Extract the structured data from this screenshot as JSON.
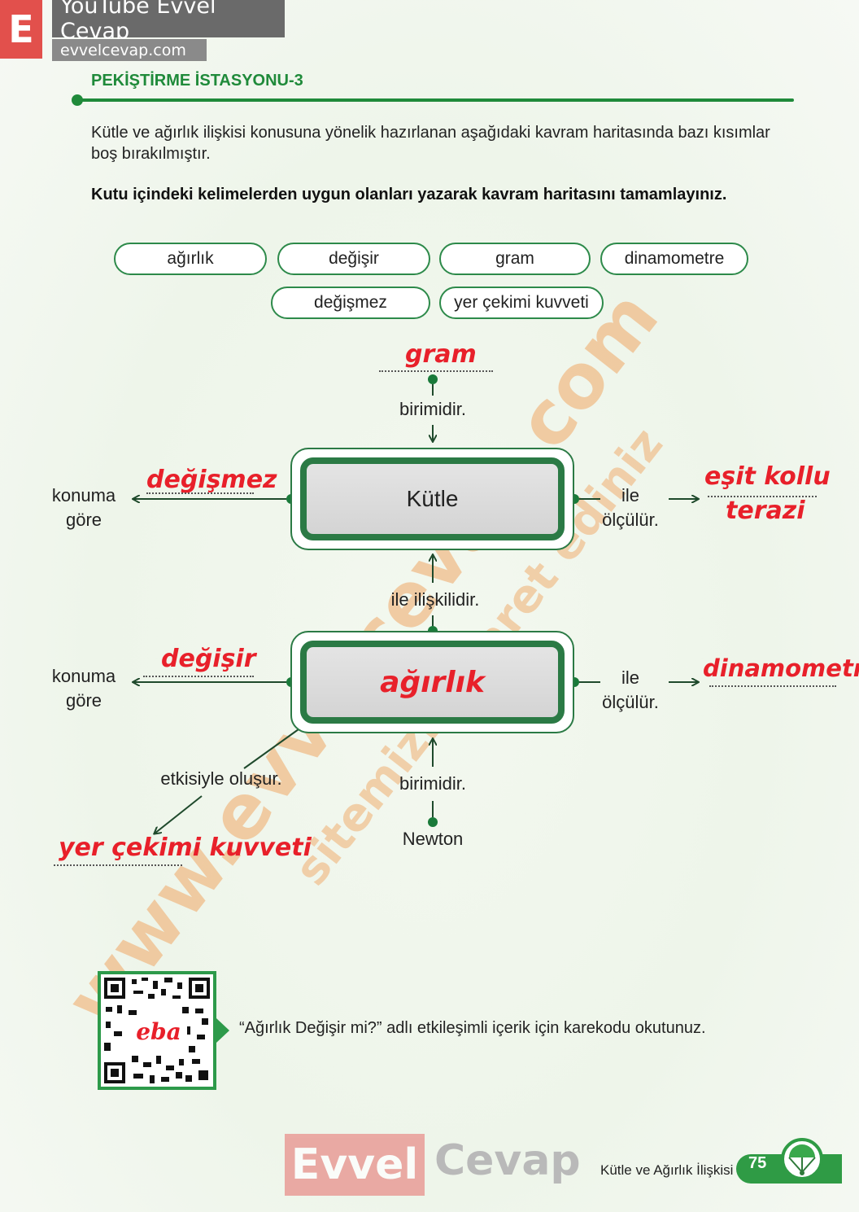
{
  "branding": {
    "logo_letter": "E",
    "title": "YouTube Evvel Cevap",
    "url": "evvelcevap.com"
  },
  "section": {
    "title": "PEKİŞTİRME İSTASYONU-3",
    "intro": "Kütle ve ağırlık ilişkisi konusuna yönelik hazırlanan aşağıdaki kavram haritasında bazı kısımlar boş bırakılmıştır.",
    "instruction": "Kutu içindeki kelimelerden uygun olanları yazarak kavram haritasını tamamlayınız."
  },
  "word_bank": [
    "ağırlık",
    "değişir",
    "gram",
    "dinamometre",
    "değişmez",
    "yer çekimi kuvveti"
  ],
  "concept_map": {
    "mass_box": "Kütle",
    "mass_unit_link": "birimidir.",
    "mass_unit_answer": "gram",
    "mass_position_link_line1": "konuma",
    "mass_position_link_line2": "göre",
    "mass_position_answer": "değişmez",
    "mass_measure_link_line1": "ile",
    "mass_measure_link_line2": "ölçülür.",
    "mass_measure_answer_line1": "eşit kollu",
    "mass_measure_answer_line2": "terazi",
    "relation_link": "ile ilişkilidir.",
    "weight_box_answer": "ağırlık",
    "weight_position_link_line1": "konuma",
    "weight_position_link_line2": "göre",
    "weight_position_answer": "değişir",
    "weight_measure_link_line1": "ile",
    "weight_measure_link_line2": "ölçülür.",
    "weight_measure_answer": "dinamometre",
    "weight_cause_link": "etkisiyle oluşur.",
    "weight_cause_answer": "yer çekimi kuvveti",
    "weight_unit_link": "birimidir.",
    "weight_unit": "Newton"
  },
  "watermark": {
    "line1": "www.evvelcevap.com",
    "line2": "sitemizi ziyaret ediniz"
  },
  "qr": {
    "logo_text": "eba",
    "caption": "“Ağırlık Değişir mi?” adlı etkileşimli içerik için karekodu okutunuz."
  },
  "footer": {
    "brand_evvel": "Evvel",
    "brand_cevap": "Cevap",
    "topic": "Kütle ve Ağırlık İlişkisi",
    "page_number": "75"
  },
  "colors": {
    "accent_green": "#1f8a3a",
    "handwriting_red": "#e8202a",
    "brand_red": "#e2504c",
    "watermark_orange": "#f0a866"
  }
}
